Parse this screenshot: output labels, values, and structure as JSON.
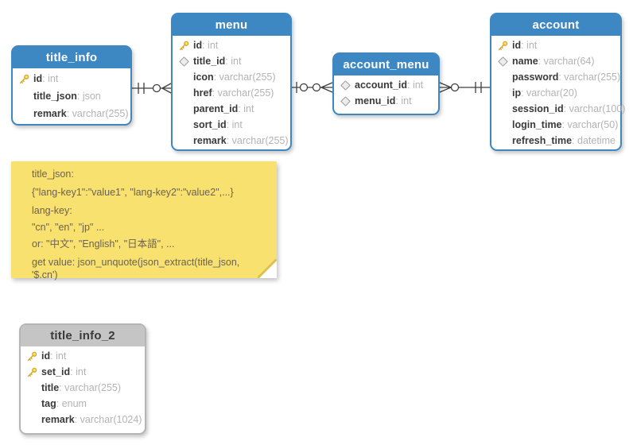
{
  "canvas": {
    "background": "#ffffff"
  },
  "colors": {
    "table_header_blue": "#3d87c3",
    "table_border_blue": "#3d87c3",
    "table_header_grey": "#c5c5c5",
    "table_border_grey": "#b5b5b5",
    "note_yellow": "#f8e16e",
    "field_name_text": "#3a3a3a",
    "field_type_text": "#b3b3b3",
    "connector_line": "#3f3f3f",
    "key_icon_gold": "#d8a520"
  },
  "tables": {
    "title_info": {
      "title": "title_info",
      "fields": [
        {
          "icon": "key",
          "name": "id",
          "type": ": int"
        },
        {
          "icon": "none",
          "name": "title_json",
          "type": ": json"
        },
        {
          "icon": "none",
          "name": "remark",
          "type": ": varchar(255)"
        }
      ]
    },
    "menu": {
      "title": "menu",
      "fields": [
        {
          "icon": "key",
          "name": "id",
          "type": ": int"
        },
        {
          "icon": "diamond",
          "name": "title_id",
          "type": ": int"
        },
        {
          "icon": "none",
          "name": "icon",
          "type": ": varchar(255)"
        },
        {
          "icon": "none",
          "name": "href",
          "type": ": varchar(255)"
        },
        {
          "icon": "none",
          "name": "parent_id",
          "type": ": int"
        },
        {
          "icon": "none",
          "name": "sort_id",
          "type": ": int"
        },
        {
          "icon": "none",
          "name": "remark",
          "type": ": varchar(255)"
        }
      ]
    },
    "account_menu": {
      "title": "account_menu",
      "fields": [
        {
          "icon": "diamond",
          "name": "account_id",
          "type": ": int"
        },
        {
          "icon": "diamond",
          "name": "menu_id",
          "type": ": int"
        }
      ]
    },
    "account": {
      "title": "account",
      "fields": [
        {
          "icon": "key",
          "name": "id",
          "type": ": int"
        },
        {
          "icon": "diamond",
          "name": "name",
          "type": ": varchar(64)"
        },
        {
          "icon": "none",
          "name": "password",
          "type": ": varchar(255)"
        },
        {
          "icon": "none",
          "name": "ip",
          "type": ": varchar(20)"
        },
        {
          "icon": "none",
          "name": "session_id",
          "type": ": varchar(100)"
        },
        {
          "icon": "none",
          "name": "login_time",
          "type": ": varchar(50)"
        },
        {
          "icon": "none",
          "name": "refresh_time",
          "type": ": datetime"
        }
      ]
    },
    "title_info_2": {
      "title": "title_info_2",
      "fields": [
        {
          "icon": "key",
          "name": "id",
          "type": ": int"
        },
        {
          "icon": "key",
          "name": "set_id",
          "type": ": int"
        },
        {
          "icon": "none",
          "name": "title",
          "type": ": varchar(255)"
        },
        {
          "icon": "none",
          "name": "tag",
          "type": ": enum"
        },
        {
          "icon": "none",
          "name": "remark",
          "type": ": varchar(1024)"
        }
      ]
    }
  },
  "relationships": [
    {
      "from": "title_info",
      "to": "menu",
      "from_cardinality": "one-and-only-one",
      "to_cardinality": "zero-or-many"
    },
    {
      "from": "menu",
      "to": "account_menu",
      "from_cardinality": "zero-or-one",
      "to_cardinality": "zero-or-many"
    },
    {
      "from": "account",
      "to": "account_menu",
      "from_cardinality": "one-and-only-one",
      "to_cardinality": "zero-or-many"
    }
  ],
  "note": {
    "lines": [
      "title_json:",
      "{\"lang-key1\":\"value1\", \"lang-key2\":\"value2\",...}",
      "lang-key:",
      "\"cn\", \"en\", \"jp\" ...",
      "or: \"中文\", \"English\", \"日本語\", ...",
      "get value: json_unquote(json_extract(title_json, '$.cn')"
    ]
  }
}
